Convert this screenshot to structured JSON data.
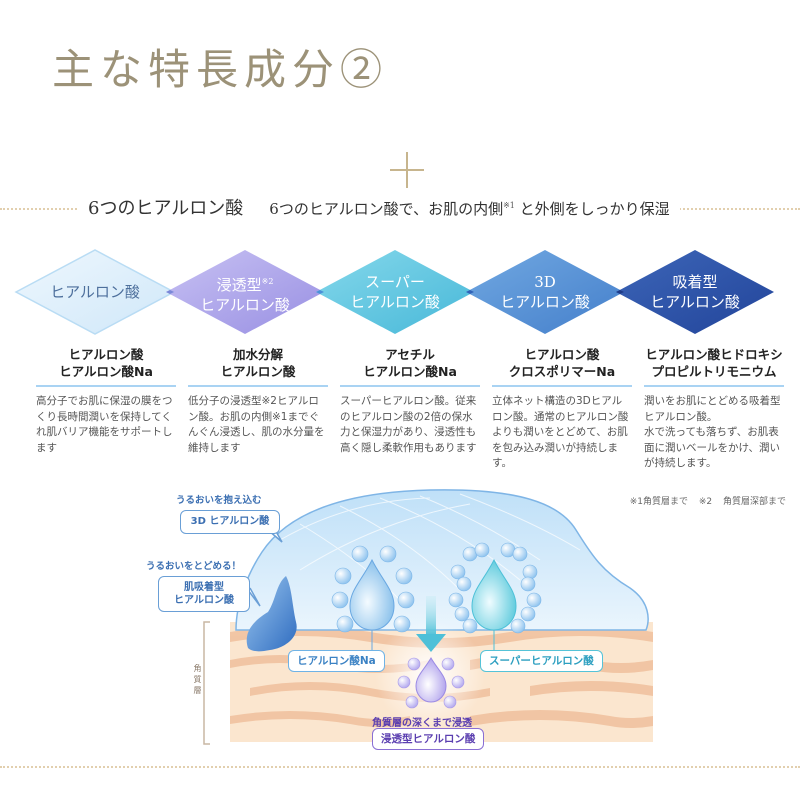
{
  "page": {
    "title": "主な特長成分②"
  },
  "section": {
    "heading": "6つのヒアルロン酸",
    "subheading": "6つのヒアルロン酸で、お肌の内側",
    "subheading_note": "※1",
    "subheading_tail": "と外側をしっかり保湿"
  },
  "diamonds": [
    {
      "line1": "ヒアルロン酸",
      "line2": "",
      "note": "",
      "color": "#dff0fb"
    },
    {
      "line1": "浸透型",
      "line2": "ヒアルロン酸",
      "note": "※2",
      "color": "#a69be8"
    },
    {
      "line1": "スーパー",
      "line2": "ヒアルロン酸",
      "note": "",
      "color": "#56c2e0"
    },
    {
      "line1": "3D",
      "line2": "ヒアルロン酸",
      "note": "",
      "color": "#4f8fd6"
    },
    {
      "line1": "吸着型",
      "line2": "ヒアルロン酸",
      "note": "",
      "color": "#2f55a8"
    }
  ],
  "cards": [
    {
      "title1": "ヒアルロン酸",
      "title2": "ヒアルロン酸Na",
      "body": "高分子でお肌に保湿の膜をつくり長時間潤いを保持してくれ肌バリア機能をサポートします"
    },
    {
      "title1": "加水分解",
      "title2": "ヒアルロン酸",
      "body": "低分子の浸透型※2ヒアルロン酸。お肌の内側※1までぐんぐん浸透し、肌の水分量を維持します"
    },
    {
      "title1": "アセチル",
      "title2": "ヒアルロン酸Na",
      "body": "スーパーヒアルロン酸。従来のヒアルロン酸の2倍の保水力と保湿力があり、浸透性も高く隠し柔軟作用もあります"
    },
    {
      "title1": "ヒアルロン酸",
      "title2": "クロスポリマーNa",
      "body": "立体ネット構造の3Dヒアルロン酸。通常のヒアルロン酸よりも潤いをとどめて、お肌を包み込み潤いが持続します。"
    },
    {
      "title1": "ヒアルロン酸ヒドロキシ",
      "title2": "プロピルトリモニウム",
      "body": "潤いをお肌にとどめる吸着型ヒアルロン酸。\n水で洗っても落ちず、お肌表面に潤いベールをかけ、潤いが持続します。"
    }
  ],
  "footnotes": {
    "note1": "※1角質層まで",
    "note2": "※2 角質層深部まで"
  },
  "illustration": {
    "callout_3d_caption": "うるおいを抱え込む",
    "callout_3d_label": "3D ヒアルロン酸",
    "callout_adsorb_caption": "うるおいをとどめる！",
    "callout_adsorb_line1": "肌吸着型",
    "callout_adsorb_line2": "ヒアルロン酸",
    "tag_na": "ヒアルロン酸Na",
    "tag_super": "スーパーヒアルロン酸",
    "penetrate_caption": "角質層の深くまで浸透",
    "tag_penetrate": "浸透型ヒアルロン酸",
    "stratum_label": "角質層"
  },
  "colors": {
    "title": "#9c9278",
    "gold_accent": "#c7b58e",
    "dotted_frame": "#e2cfae",
    "card_rule": "#a9d3f3",
    "skin": "#f3c9a8",
    "skin_light": "#fbe6cf",
    "dome": "#cfe8fb"
  }
}
